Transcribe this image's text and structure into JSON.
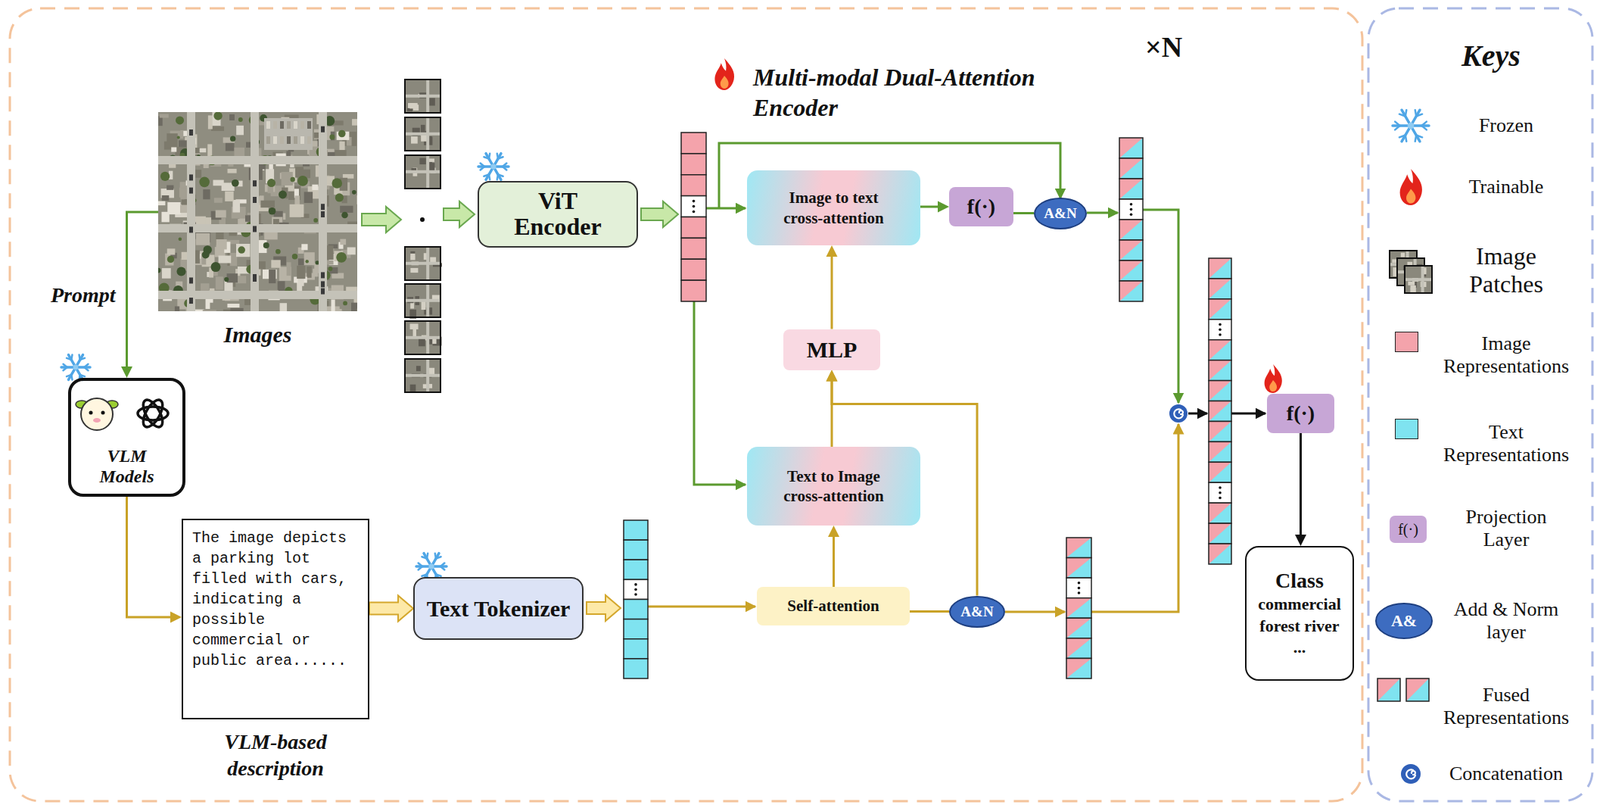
{
  "diagram": {
    "nodes": [
      {
        "text": [
          "Images"
        ]
      },
      {
        "text": [
          "ViT Encoder"
        ]
      },
      {
        "text": [
          "Image to text cross-attention"
        ]
      },
      {
        "text": [
          "f(·)"
        ]
      },
      {
        "text": [
          "A&N"
        ]
      },
      {
        "text": [
          "MLP"
        ]
      },
      {
        "text": [
          "VLM Models"
        ]
      },
      {
        "text": [
          "Text to Image cross-attention"
        ]
      },
      {
        "text": [
          "f(·)"
        ]
      },
      {
        "text": [
          "The image depicts a parking lot filled with cars, indicating a possible commercial or public area......",
          "VLM-based description"
        ]
      },
      {
        "text": [
          "Text Tokenizer"
        ]
      },
      {
        "text": [
          "Self-attention"
        ]
      },
      {
        "text": [
          "A&N"
        ]
      },
      {
        "text": [
          "Class",
          "commercial forest river ..."
        ]
      }
    ],
    "edges": [
      {
        "from": 0,
        "to": 6,
        "arrow": "to",
        "label": "Prompt"
      },
      {
        "from": 6,
        "to": 9,
        "arrow": "to"
      },
      {
        "from": 9,
        "to": 10,
        "arrow": "to"
      },
      {
        "from": 11,
        "to": 7,
        "arrow": "to"
      },
      {
        "from": 7,
        "to": 5,
        "arrow": "to"
      },
      {
        "from": 12,
        "to": 5,
        "arrow": "to"
      },
      {
        "from": 5,
        "to": 2,
        "arrow": "to"
      },
      {
        "from": 2,
        "to": 3,
        "arrow": "to"
      },
      {
        "from": 3,
        "to": 4,
        "arrow": "none"
      },
      {
        "from": 11,
        "to": 12,
        "arrow": "none"
      },
      {
        "from": 8,
        "to": 13,
        "arrow": "to"
      }
    ],
    "labels": [
      "×N",
      "Multi-modal Dual-Attention Encoder",
      "Keys",
      "f(·)",
      "A&"
    ],
    "legend": [
      {
        "text": "Frozen"
      },
      {
        "text": "Trainable"
      },
      {
        "text": "Image Patches"
      },
      {
        "text": "Image Representations",
        "color": "#f4a3ab"
      },
      {
        "text": "Text Representations",
        "color": "#7fe3f0"
      },
      {
        "text": "Projection Layer"
      },
      {
        "text": "Add & Norm layer"
      },
      {
        "text": "Fused Representations"
      },
      {
        "text": "Concatenation"
      }
    ]
  }
}
